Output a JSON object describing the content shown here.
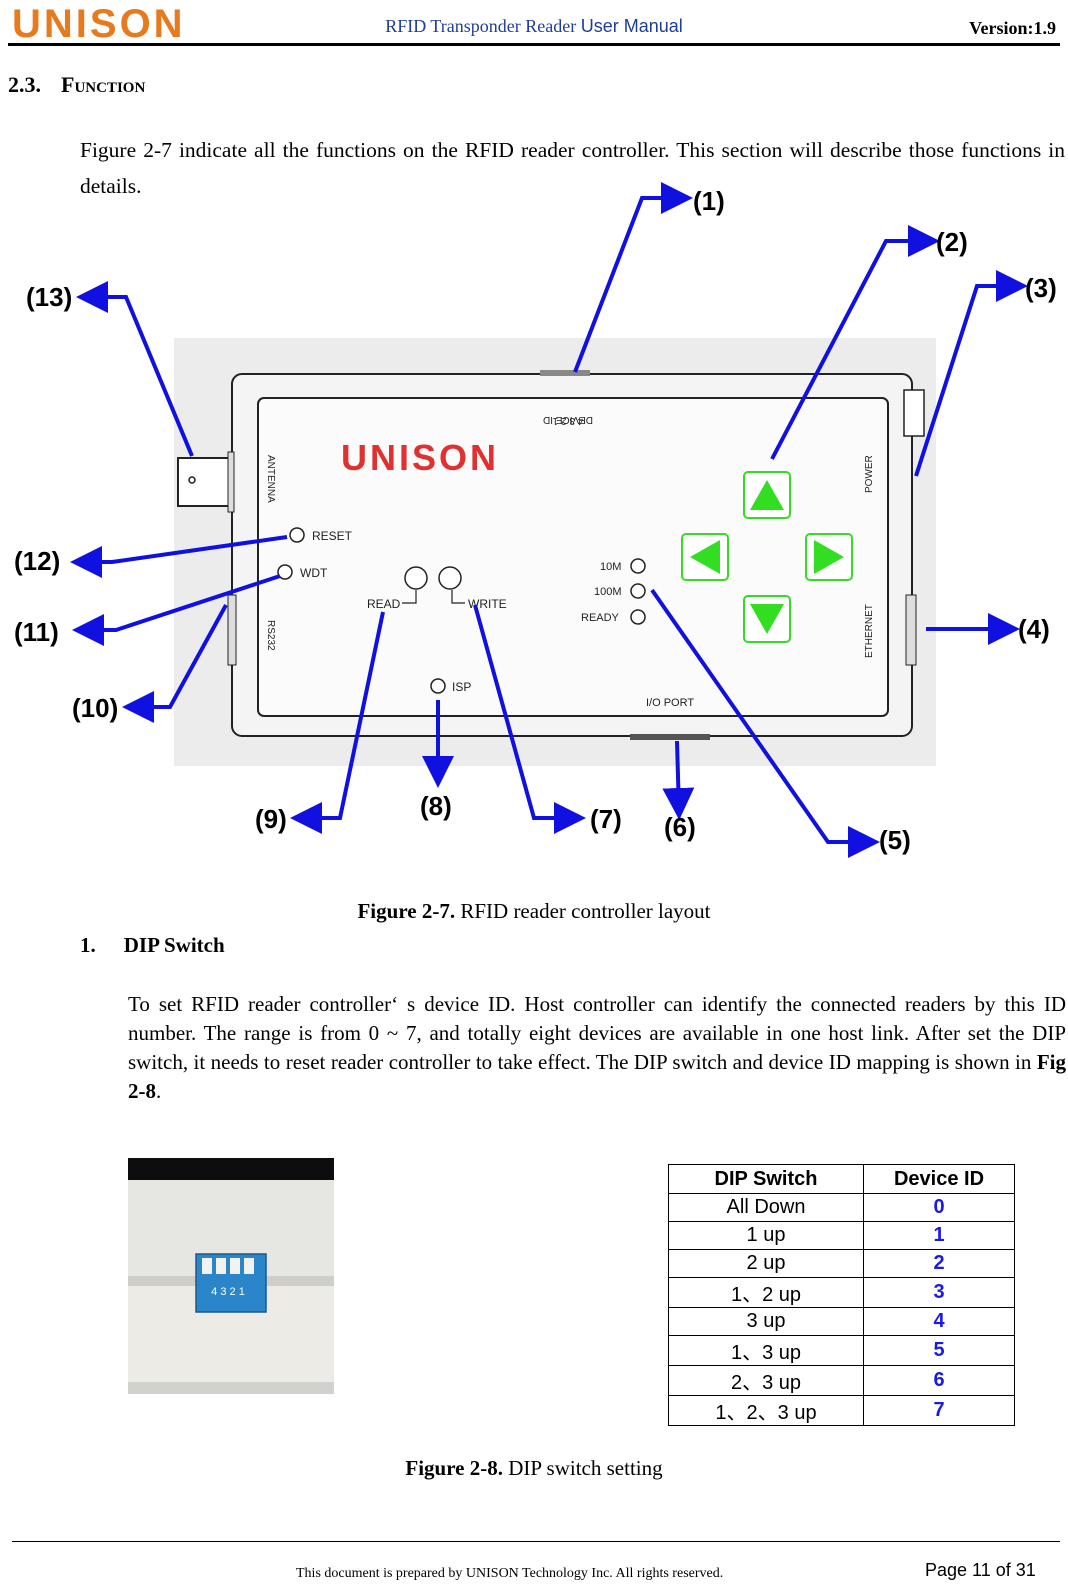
{
  "header": {
    "logo": "UNISON",
    "title_serif": "RFID Transponder Reader",
    "title_sans": "User Manual",
    "version": "Version:1.9"
  },
  "section": {
    "number": "2.3.",
    "title": "Function"
  },
  "intro": "Figure 2-7 indicate all the functions on the RFID reader controller. This section will describe those functions in details.",
  "figure1": {
    "callouts": [
      "(1)",
      "(2)",
      "(3)",
      "(4)",
      "(5)",
      "(6)",
      "(7)",
      "(8)",
      "(9)",
      "(10)",
      "(11)",
      "(12)",
      "(13)"
    ],
    "device_labels": {
      "logo": "UNISON",
      "antenna": "ANTENNA",
      "rs232": "RS232",
      "dip_digits": "4 3 2 1",
      "device_id": "DEVICE ID",
      "power": "POWER",
      "ethernet": "ETHERNET",
      "reset": "RESET",
      "wdt": "WDT",
      "read": "READ",
      "write": "WRITE",
      "isp": "ISP",
      "led_10m": "10M",
      "led_100m": "100M",
      "led_ready": "READY",
      "io_port": "I/O PORT"
    },
    "caption_bold": "Figure 2-7.",
    "caption_text": "RFID reader controller layout"
  },
  "item1": {
    "number": "1.",
    "title": "DIP Switch",
    "para_text": "To set RFID reader controller‘ s device ID. Host controller can identify the connected readers by this ID number. The range is from 0 ~ 7, and totally eight devices are available in one host link. After set the DIP switch, it needs to reset reader controller to take effect. The DIP switch and device ID mapping is shown in",
    "para_bold": "Fig 2-8",
    "para_end": "."
  },
  "dip_photo": {
    "digits": "4 3 2 1"
  },
  "dip_table": {
    "headers": [
      "DIP Switch",
      "Device ID"
    ],
    "rows": [
      [
        "All Down",
        "0"
      ],
      [
        "1 up",
        "1"
      ],
      [
        "2 up",
        "2"
      ],
      [
        "1、2 up",
        "3"
      ],
      [
        "3 up",
        "4"
      ],
      [
        "1、3 up",
        "5"
      ],
      [
        "2、3 up",
        "6"
      ],
      [
        "1、2、3 up",
        "7"
      ]
    ]
  },
  "figure2": {
    "caption_bold": "Figure 2-8.",
    "caption_text": "DIP switch setting"
  },
  "footer": {
    "note": "This document is prepared by UNISON Technology Inc.  All rights reserved.",
    "page": "Page 11 of 31"
  },
  "colors": {
    "callout_arrow": "#1010e0",
    "logo_orange": "#e87a1e",
    "button_green": "#33dd22",
    "id_blue": "#1a1ae8"
  }
}
